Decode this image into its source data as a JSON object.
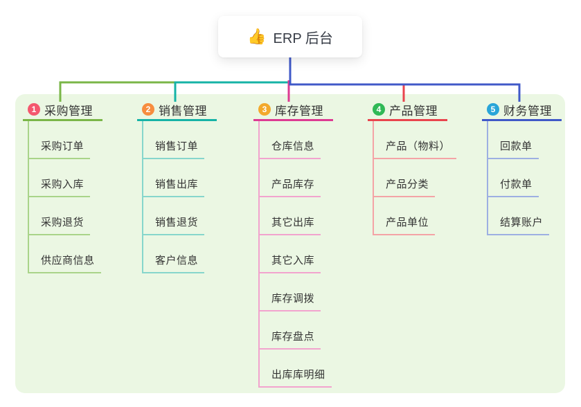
{
  "root": {
    "icon": "👍",
    "label": "ERP 后台"
  },
  "branches": [
    {
      "num": "1",
      "title": "采购管理",
      "badge_color": "#f4586e",
      "line_color": "#7ab648",
      "child_line_color": "#a9d489",
      "children": [
        "采购订单",
        "采购入库",
        "采购退货",
        "供应商信息"
      ]
    },
    {
      "num": "2",
      "title": "销售管理",
      "badge_color": "#f78d3f",
      "line_color": "#16b3a6",
      "child_line_color": "#86d6cc",
      "children": [
        "销售订单",
        "销售出库",
        "销售退货",
        "客户信息"
      ]
    },
    {
      "num": "3",
      "title": "库存管理",
      "badge_color": "#f3a92c",
      "line_color": "#dd3a92",
      "child_line_color": "#f2a3ce",
      "children": [
        "仓库信息",
        "产品库存",
        "其它出库",
        "其它入库",
        "库存调拨",
        "库存盘点",
        "出库库明细"
      ]
    },
    {
      "num": "4",
      "title": "产品管理",
      "badge_color": "#30b956",
      "line_color": "#e9444d",
      "child_line_color": "#f4a3a6",
      "children": [
        "产品（物料）",
        "产品分类",
        "产品单位"
      ]
    },
    {
      "num": "5",
      "title": "财务管理",
      "badge_color": "#29a5d8",
      "line_color": "#4059c8",
      "child_line_color": "#9dafe2",
      "children": [
        "回款单",
        "付款单",
        "结算账户"
      ]
    }
  ],
  "colors": {
    "panel_background": "#ebf7e3",
    "canvas_background": "#ffffff",
    "node_text": "#333333",
    "root_text": "#363b45"
  }
}
